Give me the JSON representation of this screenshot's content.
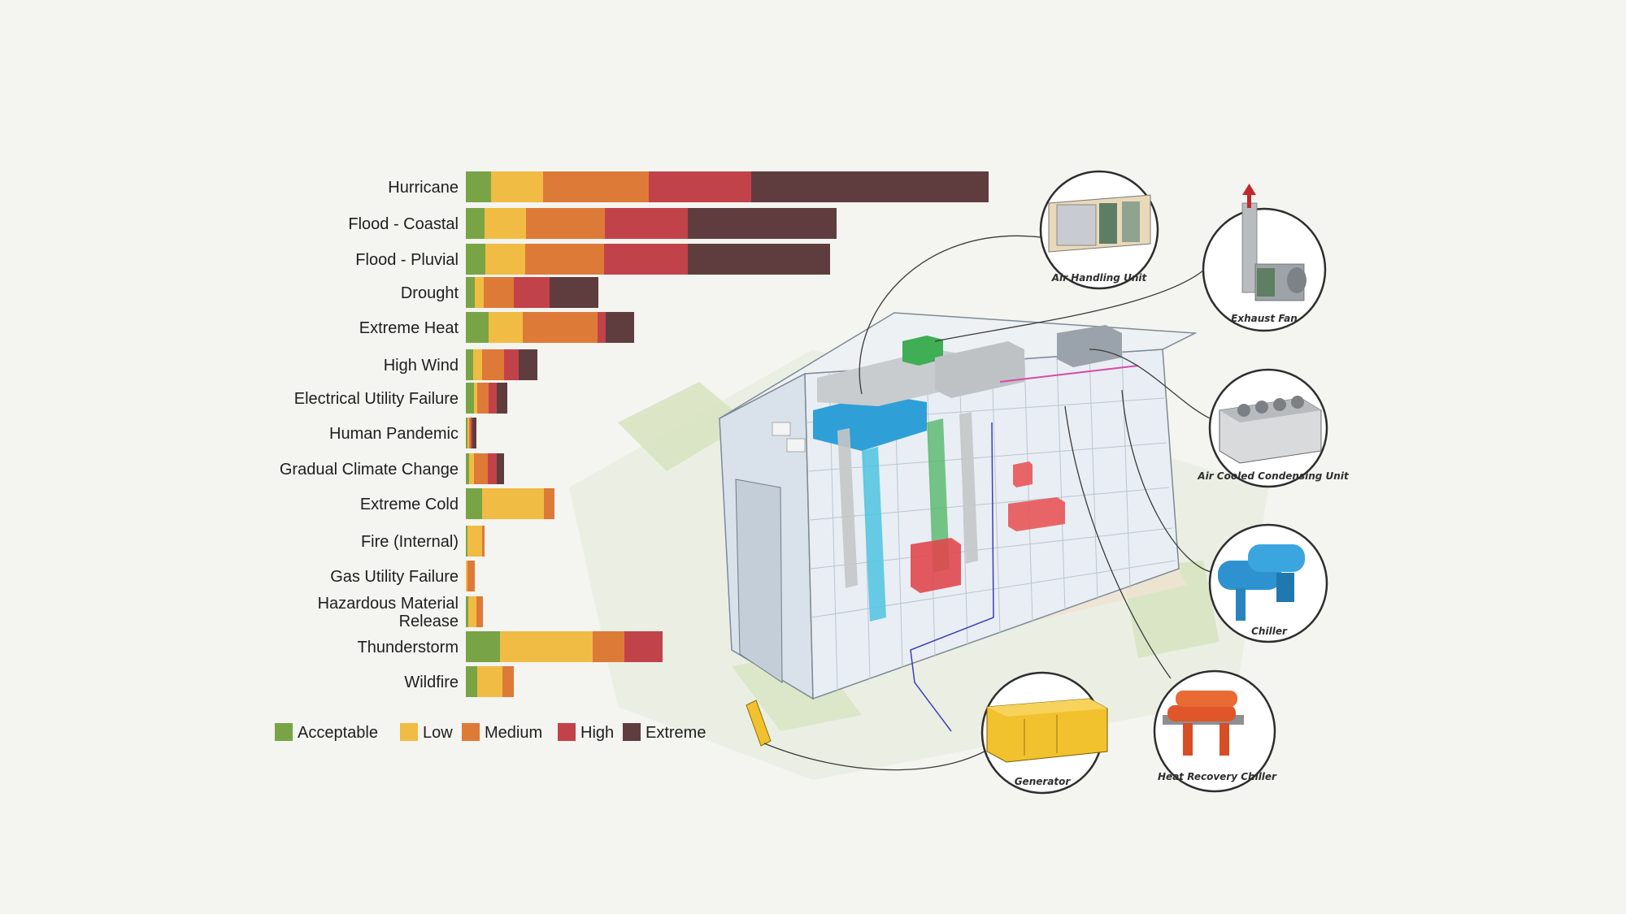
{
  "chart_data": {
    "type": "bar",
    "orientation": "horizontal",
    "stacked": true,
    "title": "",
    "xlabel": "",
    "ylabel": "",
    "grid": false,
    "legend_position": "bottom",
    "categories": [
      "Hurricane",
      "Flood - Coastal",
      "Flood - Pluvial",
      "Drought",
      "Extreme Heat",
      "High Wind",
      "Electrical Utility Failure",
      "Human Pandemic",
      "Gradual Climate Change",
      "Extreme Cold",
      "Fire (Internal)",
      "Gas Utility Failure",
      "Hazardous Material Release",
      "Thunderstorm",
      "Wildfire"
    ],
    "series": [
      {
        "name": "Acceptable",
        "color": "#78a446",
        "values": [
          31,
          23,
          24,
          11,
          28,
          9,
          10,
          2,
          4,
          20,
          2,
          0,
          3,
          42,
          14
        ]
      },
      {
        "name": "Low",
        "color": "#f0bc44",
        "values": [
          64,
          51,
          49,
          11,
          42,
          11,
          4,
          2,
          6,
          76,
          18,
          2,
          10,
          114,
          31
        ]
      },
      {
        "name": "Medium",
        "color": "#de7a38",
        "values": [
          130,
          97,
          97,
          37,
          92,
          27,
          14,
          2,
          17,
          13,
          3,
          9,
          8,
          39,
          14
        ]
      },
      {
        "name": "High",
        "color": "#c2424a",
        "values": [
          126,
          102,
          103,
          44,
          10,
          18,
          10,
          2,
          11,
          0,
          0,
          0,
          0,
          47,
          0
        ]
      },
      {
        "name": "Extreme",
        "color": "#5f3d3e",
        "values": [
          292,
          183,
          175,
          60,
          35,
          23,
          13,
          5,
          9,
          0,
          0,
          0,
          0,
          0,
          0
        ]
      }
    ]
  },
  "callouts": [
    {
      "label": "Air Handling Unit",
      "icon": "air-handling-unit"
    },
    {
      "label": "Exhaust Fan",
      "icon": "exhaust-fan"
    },
    {
      "label": "Air Cooled Condensing Unit",
      "icon": "condensing-unit"
    },
    {
      "label": "Chiller",
      "icon": "chiller"
    },
    {
      "label": "Generator",
      "icon": "generator"
    },
    {
      "label": "Heat Recovery Chiller",
      "icon": "heat-recovery-chiller"
    }
  ]
}
